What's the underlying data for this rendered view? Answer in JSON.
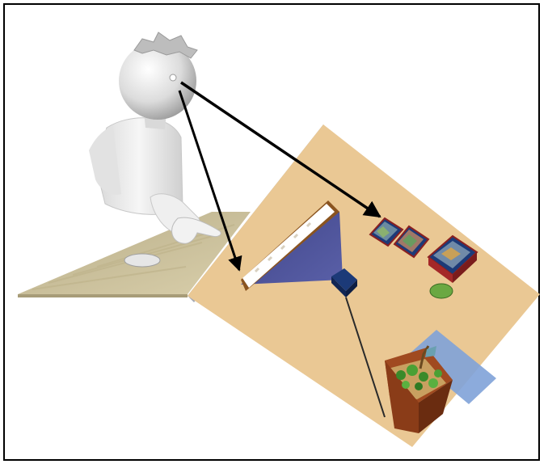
{
  "scene": {
    "background": "#ffffff",
    "frame_color": "#000000",
    "desk_color": "#c9bd95",
    "screen_color": "#eac894",
    "monitor_edge_color": "#a2a8b4",
    "frustum_color": "#4a4f98",
    "cube_color": "#1c3a78",
    "arrow_color": "#000000",
    "person_color": "#e9e9e9",
    "objects": [
      "person-figure",
      "desk-surface",
      "computer-mouse",
      "tilted-screen",
      "book-shelf",
      "view-frustum",
      "navigation-cube",
      "picture-cube-1",
      "picture-cube-2",
      "picture-cube-3",
      "green-disc",
      "plant-pot",
      "blue-panel",
      "gaze-arrow-to-shelf",
      "gaze-arrow-to-cubes"
    ]
  }
}
